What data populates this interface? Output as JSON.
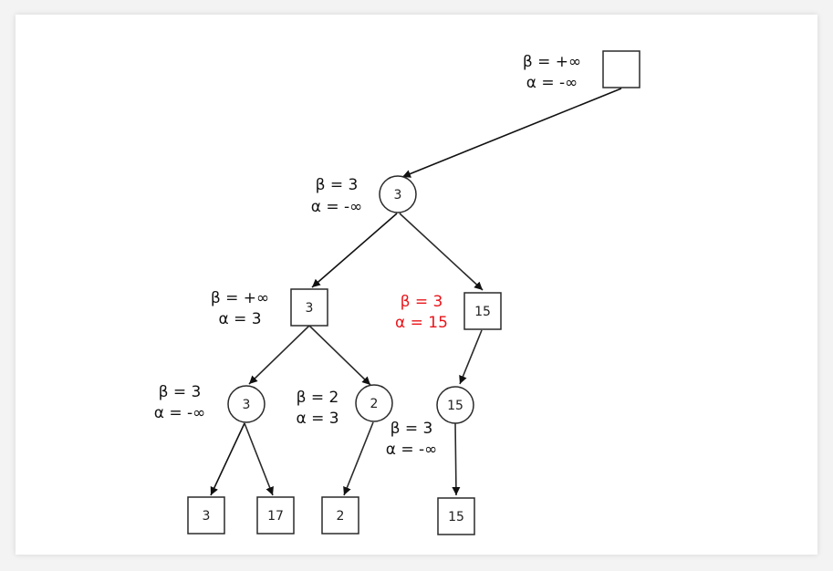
{
  "nodes": {
    "root": {
      "label": "",
      "beta": "β = +∞",
      "alpha": "α = -∞"
    },
    "min1": {
      "label": "3",
      "beta": "β = 3",
      "alpha": "α = -∞"
    },
    "max_left": {
      "label": "3",
      "beta": "β = +∞",
      "alpha": "α = 3"
    },
    "max_right": {
      "label": "15",
      "beta": "β = 3",
      "alpha": "α = 15"
    },
    "min_ll": {
      "label": "3",
      "beta": "β = 3",
      "alpha": "α = -∞"
    },
    "min_lr": {
      "label": "2",
      "beta": "β = 2",
      "alpha": "α = 3"
    },
    "min_r": {
      "label": "15",
      "beta": "β = 3",
      "alpha": "α = -∞"
    },
    "leaf1": {
      "label": "3"
    },
    "leaf2": {
      "label": "17"
    },
    "leaf3": {
      "label": "2"
    },
    "leaf4": {
      "label": "15"
    }
  },
  "colors": {
    "highlight": "#e8141a",
    "stroke": "#2a2a2a",
    "text": "#111111"
  }
}
